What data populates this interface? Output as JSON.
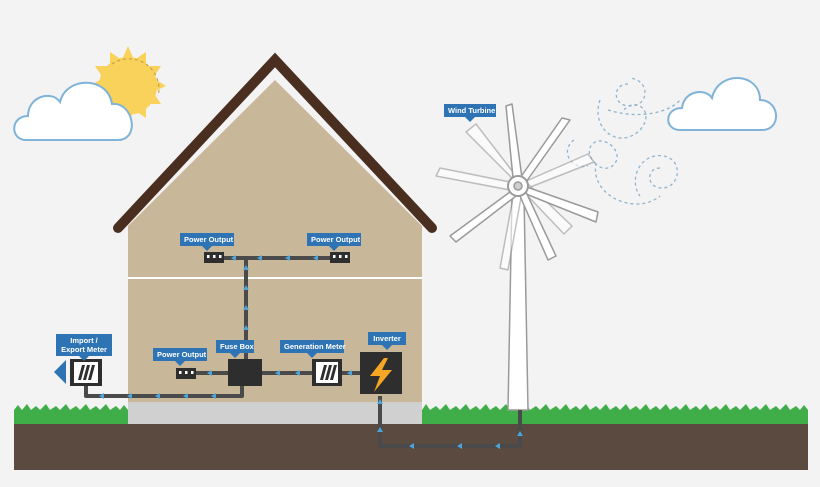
{
  "labels": {
    "wind_turbine": "Wind Turbine",
    "power_output_left": "Power Output",
    "power_output_right": "Power Output",
    "power_output_lower": "Power Output",
    "fuse_box": "Fuse Box",
    "generation_meter": "Generation Meter",
    "inverter": "Inverter",
    "import_export_meter": "Import / Export Meter"
  },
  "colors": {
    "sky": "#f3f3f3",
    "grass": "#3fae49",
    "soil": "#5a4a40",
    "wall": "#c9b79a",
    "roof": "#4a2e1f",
    "foundation": "#d0d0d0",
    "cable": "#4a4a4a",
    "arrow": "#4ea3d8",
    "callout": "#2e74b5",
    "sun": "#f8d25a",
    "turbine": "#ffffff"
  },
  "icons": [
    "sun-icon",
    "cloud-icon",
    "wind-swirl-icon",
    "lightning-icon",
    "meter-icon",
    "socket-icon",
    "export-arrow-icon"
  ]
}
